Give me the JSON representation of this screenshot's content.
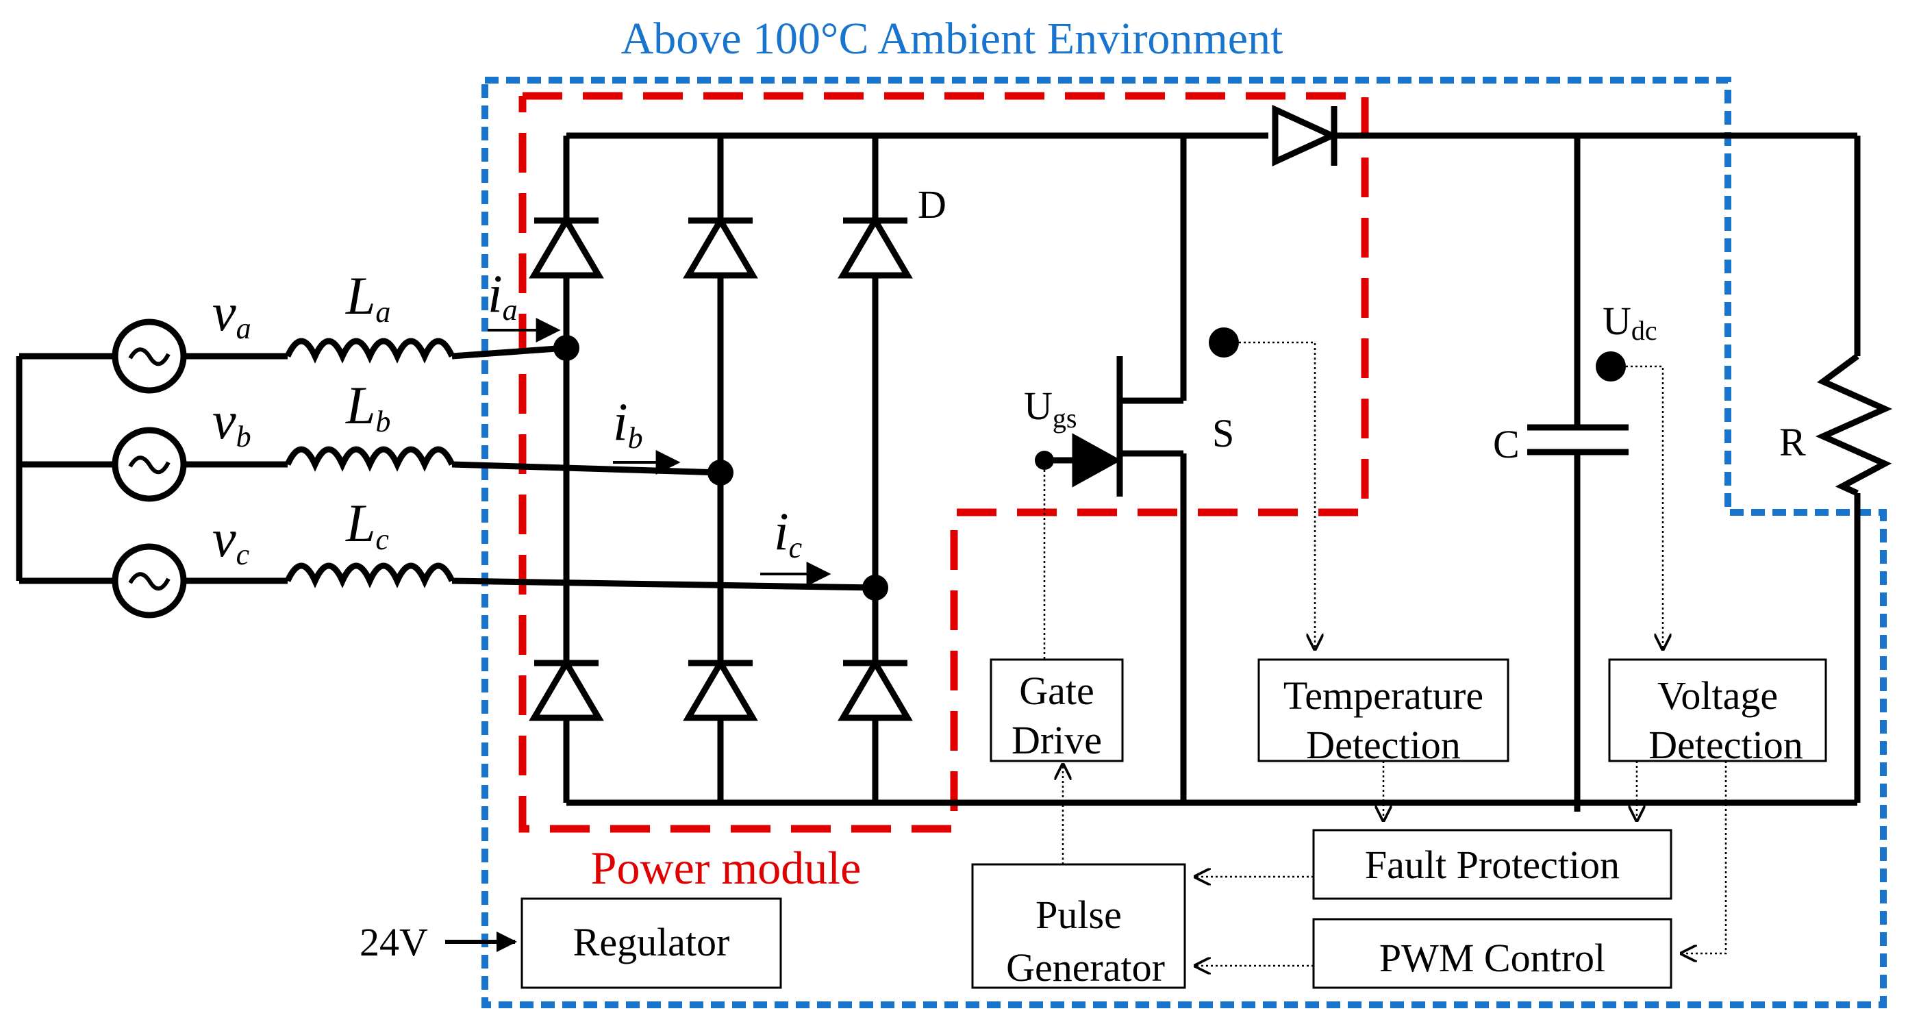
{
  "colors": {
    "ambient_border": "#1874CD",
    "ambient_title": "#1874CD",
    "module_border": "#E00000",
    "module_label": "#E00000",
    "wire": "#000000"
  },
  "ambient_title": "Above 100°C Ambient Environment",
  "module_label": "Power module",
  "sources": {
    "a": {
      "v": "v",
      "sub": "a",
      "L": "L",
      "Lsub": "a",
      "i": "i",
      "isub": "a"
    },
    "b": {
      "v": "v",
      "sub": "b",
      "L": "L",
      "Lsub": "b",
      "i": "i",
      "isub": "b"
    },
    "c": {
      "v": "v",
      "sub": "c",
      "L": "L",
      "Lsub": "c",
      "i": "i",
      "isub": "c"
    }
  },
  "components": {
    "diode": "D",
    "switch": "S",
    "gate_voltage": "U",
    "gate_voltage_sub": "gs",
    "capacitor": "C",
    "resistor": "R",
    "dc_voltage": "U",
    "dc_voltage_sub": "dc"
  },
  "supply": "24V",
  "blocks": {
    "gate_drive": [
      "Gate",
      "Drive"
    ],
    "temperature": [
      "Temperature",
      "Detection"
    ],
    "voltage": [
      "Voltage",
      "Detection"
    ],
    "fault": "Fault Protection",
    "pwm": "PWM Control",
    "pulse": [
      "Pulse",
      "Generator"
    ],
    "regulator": "Regulator"
  }
}
